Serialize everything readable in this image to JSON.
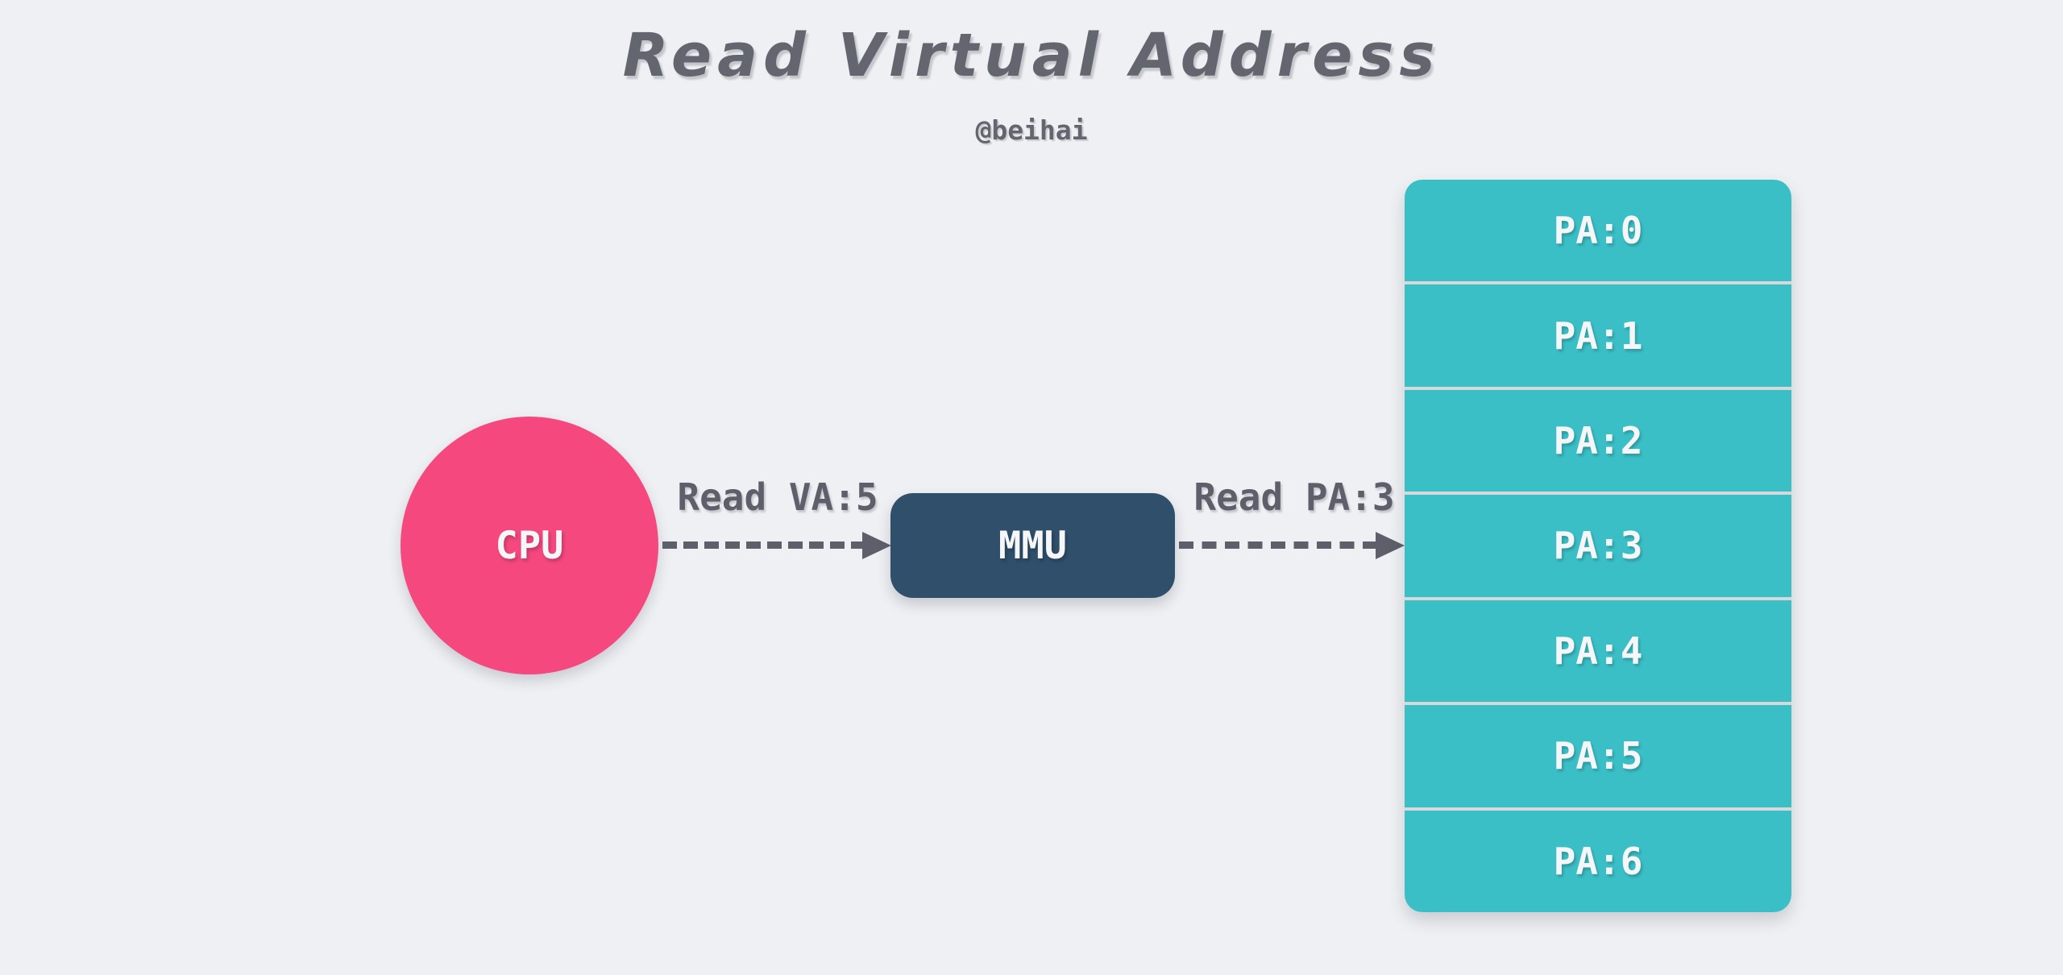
{
  "diagram": {
    "title": "Read Virtual Address",
    "author": "@beihai",
    "cpu": {
      "label": "CPU"
    },
    "mmu": {
      "label": "MMU"
    },
    "edges": {
      "cpu_to_mmu": {
        "label": "Read VA:5"
      },
      "mmu_to_memory": {
        "label": "Read PA:3"
      }
    },
    "memory_rows": [
      "PA:0",
      "PA:1",
      "PA:2",
      "PA:3",
      "PA:4",
      "PA:5",
      "PA:6"
    ]
  },
  "colors": {
    "background": "#eef0f3",
    "title_gray": "#64666f",
    "arrow_gray": "#5d5f6a",
    "cpu_pink": "#f5487f",
    "mmu_navy": "#2f4f6b",
    "memory_teal": "#3bbfc6",
    "row_divider": "#d6d8db",
    "label_white": "#f4f6f8"
  }
}
